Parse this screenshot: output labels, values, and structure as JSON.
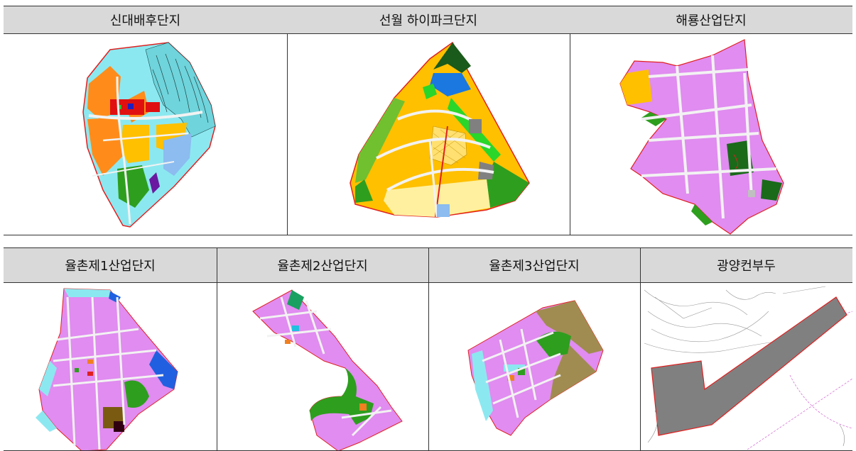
{
  "row1": {
    "headers": [
      "신대배후단지",
      "선월 하이파크단지",
      "해룡산업단지"
    ]
  },
  "row2": {
    "headers": [
      "율촌제1산업단지",
      "율촌제2산업단지",
      "율촌제3산업단지",
      "광양컨부두"
    ]
  },
  "colors": {
    "header_bg": "#d9d9d9",
    "industrial": "#e08cf0",
    "residential": "#ffc000",
    "green": "#2e9e1f",
    "commercial": "#e01010",
    "water": "#8ce8f0",
    "road": "#f2f2f2",
    "boundary": "#e02020",
    "port_gray": "#808080"
  }
}
